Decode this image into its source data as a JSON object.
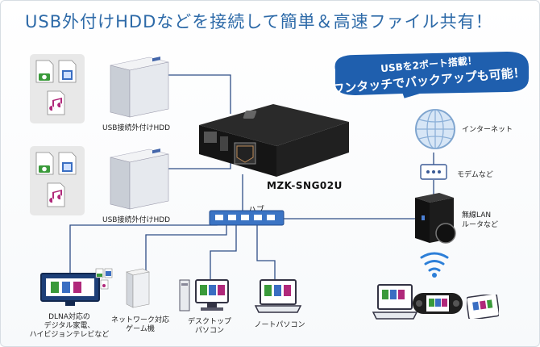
{
  "headline": "USB外付けHDDなどを接続して簡単＆高速ファイル共有！",
  "callout": {
    "line1": "USBを2ポート搭載！",
    "line2": "ワンタッチでバックアップも可能！"
  },
  "product": {
    "model": "MZK-SNG02U"
  },
  "labels": {
    "hdd_top": "USB接続外付けHDD",
    "hdd_bottom": "USB接続外付けHDD",
    "hub": "ハブ",
    "internet": "インターネット",
    "modem": "モデムなど",
    "router_line1": "無線LAN",
    "router_line2": "ルータなど",
    "tv_line1": "DLNA対応の",
    "tv_line2": "デジタル家電、",
    "tv_line3": "ハイビジョンテレビなど",
    "console_line1": "ネットワーク対応",
    "console_line2": "ゲーム機",
    "desktop_line1": "デスクトップ",
    "desktop_line2": "パソコン",
    "notebook": "ノートパソコン"
  },
  "colors": {
    "headline": "#2d6aa8",
    "callout_fill": "#1f5fae",
    "line": "#2f4e86",
    "device_dark": "#1b1b1b",
    "hub_blue": "#3b74c4"
  }
}
